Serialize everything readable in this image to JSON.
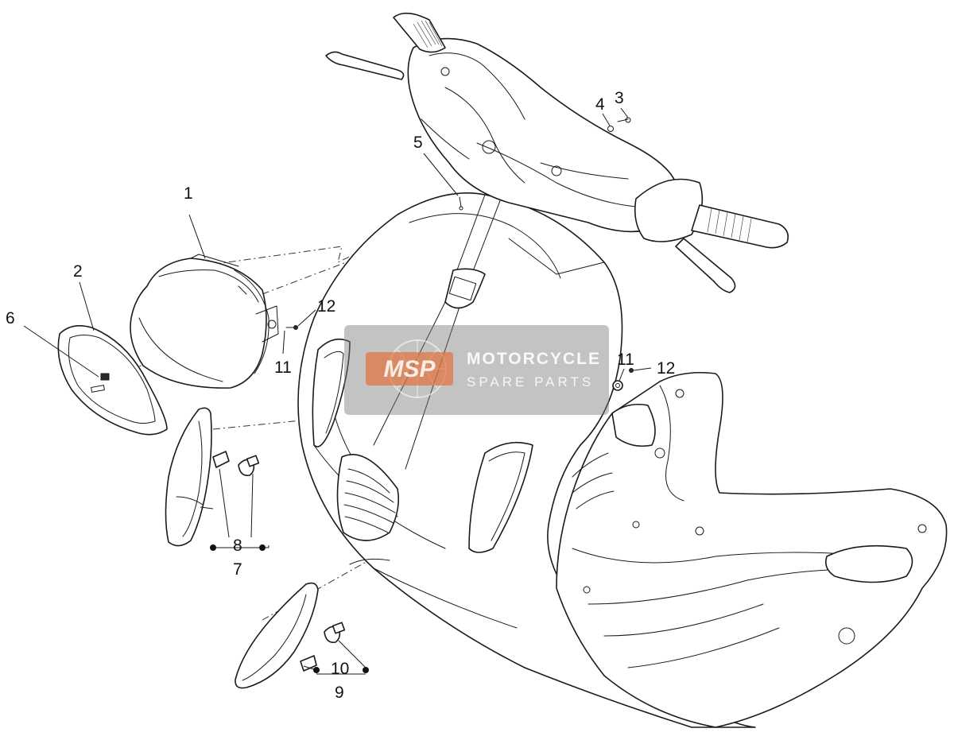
{
  "callouts": [
    {
      "id": "1",
      "label": "1"
    },
    {
      "id": "2",
      "label": "2"
    },
    {
      "id": "3",
      "label": "3"
    },
    {
      "id": "4",
      "label": "4"
    },
    {
      "id": "5",
      "label": "5"
    },
    {
      "id": "6",
      "label": "6"
    },
    {
      "id": "7",
      "label": "7"
    },
    {
      "id": "8",
      "label": "8"
    },
    {
      "id": "9",
      "label": "9"
    },
    {
      "id": "10",
      "label": "10"
    },
    {
      "id": "11a",
      "label": "11"
    },
    {
      "id": "11b",
      "label": "11"
    },
    {
      "id": "12a",
      "label": "12"
    },
    {
      "id": "12b",
      "label": "12"
    }
  ],
  "watermark": {
    "line1": "MOTORCYCLE",
    "line2": "SPARE PARTS",
    "logo": "MSP",
    "color_box": "#7a7a7a",
    "color_logo": "#e2703a"
  }
}
